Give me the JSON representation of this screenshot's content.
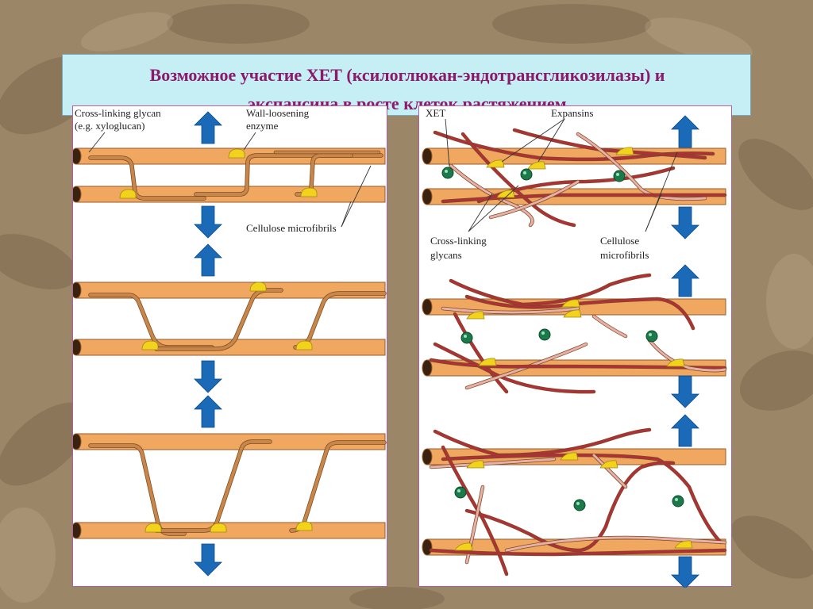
{
  "title": {
    "line1": "Возможное участие ХЕТ (ксилоглюкан-эндотрансгликозилазы) и",
    "line2": "экспансина в росте клеток растяжением"
  },
  "left_panel": {
    "label_glycan_1": "Cross-linking glycan",
    "label_glycan_2": "(e.g. xyloglucan)",
    "label_enzyme_1": "Wall-loosening",
    "label_enzyme_2": "enzyme",
    "label_microfibrils": "Cellulose microfibrils"
  },
  "right_panel": {
    "label_xet": "XET",
    "label_expansins": "Expansins",
    "label_glycans_1": "Cross-linking",
    "label_glycans_2": "glycans",
    "label_microfibrils_1": "Cellulose",
    "label_microfibrils_2": "microfibrils"
  },
  "colors": {
    "microfibril": "#f0a860",
    "microfibril_edge": "#9a5a2a",
    "glycan": "#c8864a",
    "enzyme": "#f2d21a",
    "xet": "#1a7a4a",
    "red_glycan": "#b0303a",
    "pink_glycan": "#e8b0a8",
    "arrow": "#1a6ab8",
    "title_text": "#8b1a6b",
    "title_bg": "#c6eef5"
  },
  "icons": [
    "arrow-up-icon",
    "arrow-down-icon"
  ]
}
